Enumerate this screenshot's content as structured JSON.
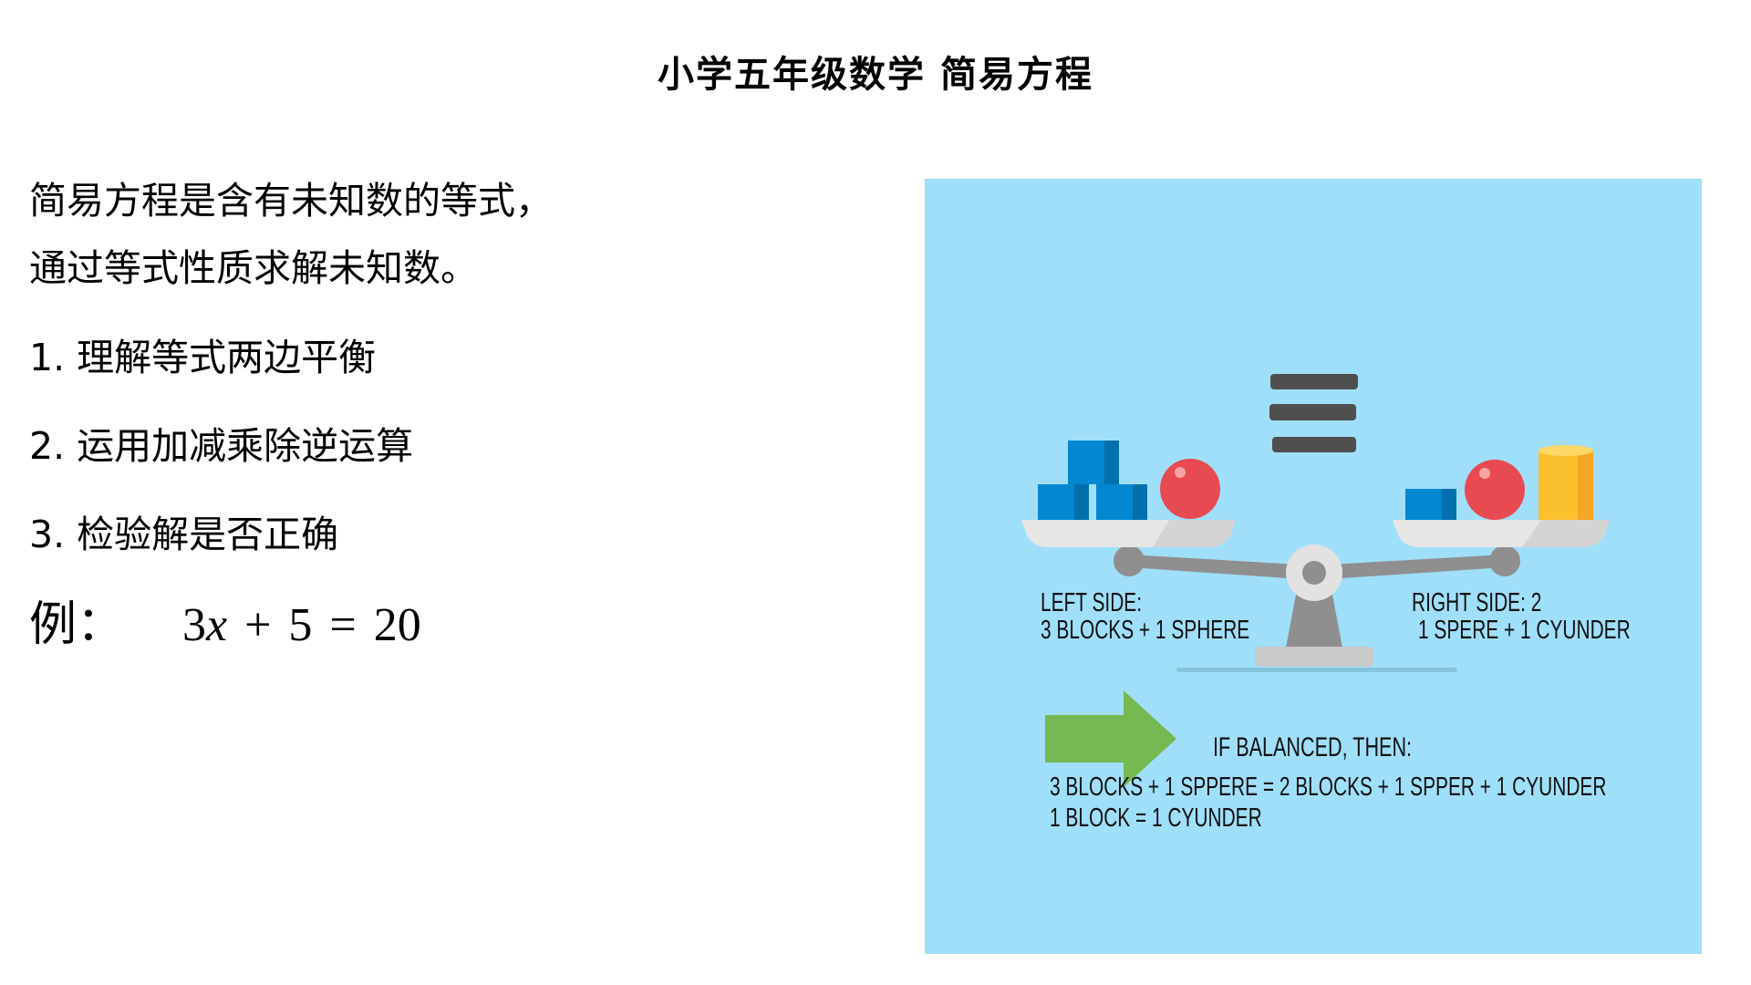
{
  "title": "小学五年级数学 简易方程",
  "intro": {
    "line1": "简易方程是含有未知数的等式，",
    "line2": "通过等式性质求解未知数。"
  },
  "steps": [
    {
      "label": "1. 理解等式两边平衡"
    },
    {
      "label": "2. 运用加减乘除逆运算"
    },
    {
      "label": "3. 检验解是否正确"
    }
  ],
  "example": {
    "label": "例：",
    "formula_coef": "3",
    "formula_var": "x",
    "formula_rest": " + 5 = 20"
  },
  "illustration": {
    "background": "#a0dff9",
    "equals_icon": "equals-sign",
    "left_side_title": "LEFT SIDE:",
    "left_side_items": "3 BLOCKS + 1 SPHERE",
    "right_side_title": "RIGHT SIDE: 2",
    "right_side_items": "1 SPERE + 1 CYUNDER",
    "conclusion_heading": "IF BALANCED, THEN:",
    "conclusion_line1": "3 BLOCKS + 1 SPPERE = 2 BLOCKS + 1 SPPER  + 1 CYUNDER",
    "conclusion_line2": "1 BLOCK = 1 CYUNDER",
    "colors": {
      "block": "#0288d1",
      "block_shade": "#0270ad",
      "sphere": "#e84a51",
      "cylinder": "#fbc02d",
      "arrow": "#76b852",
      "scale": "#8f8f8f",
      "pan": "#e6e6e6",
      "equals": "#4f4f4f"
    }
  }
}
